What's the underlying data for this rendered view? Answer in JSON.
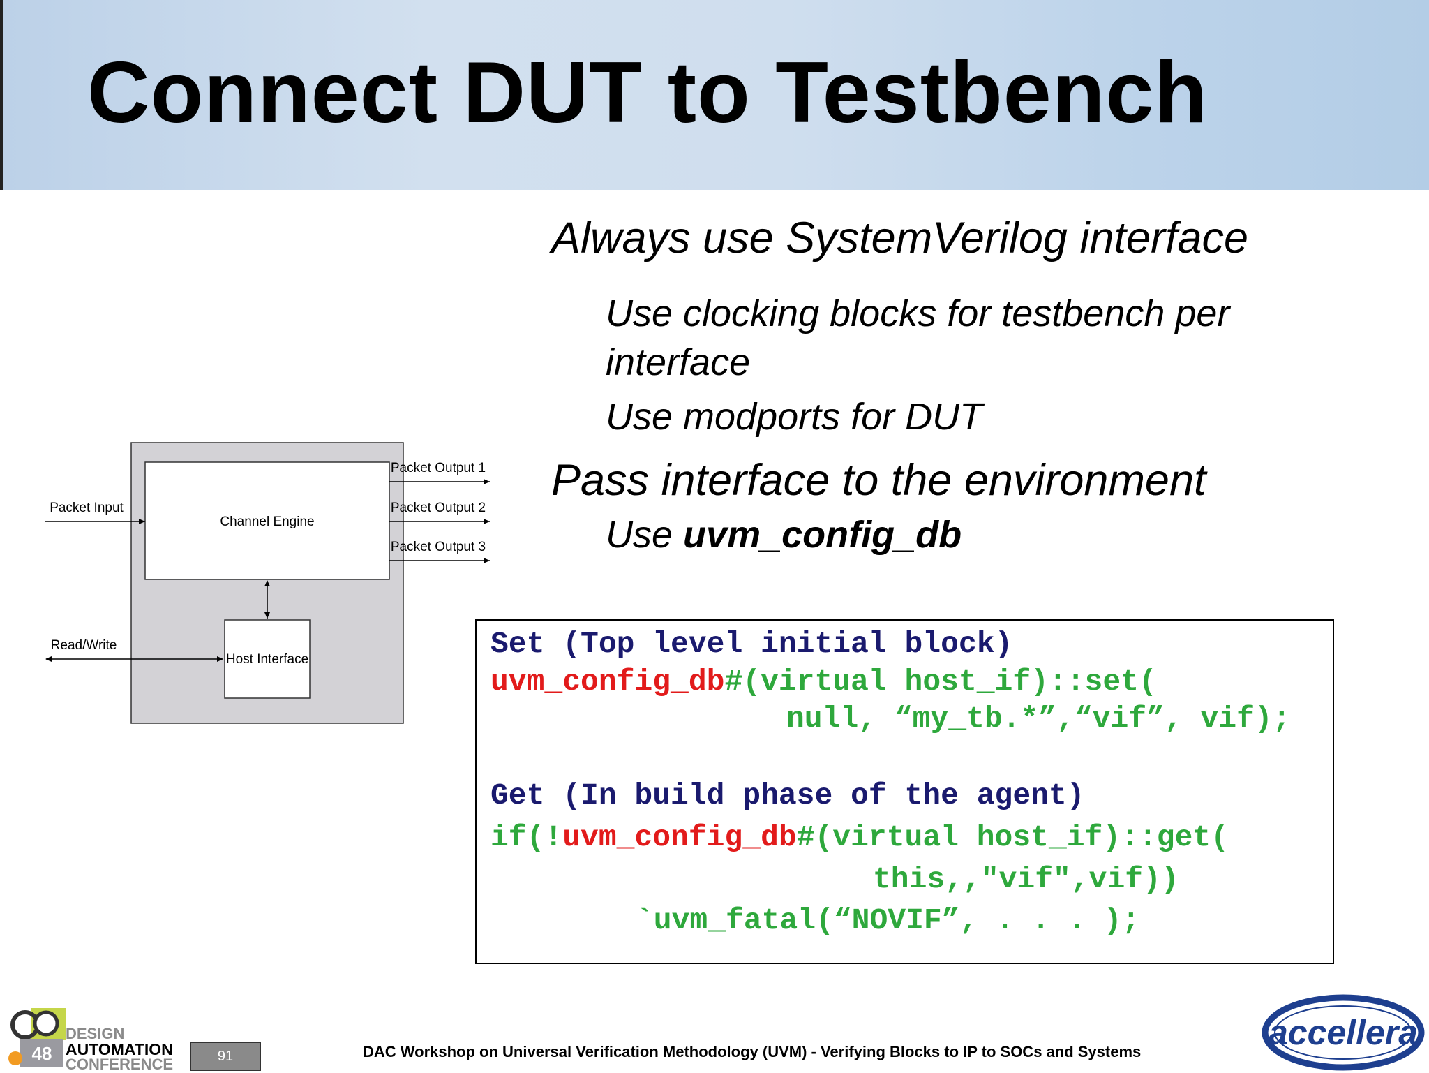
{
  "slide": {
    "title": "Connect DUT to Testbench",
    "bullets": {
      "b1": "Always use SystemVerilog interface",
      "b2": "Use clocking blocks for testbench per interface",
      "b3": "Use modports for DUT",
      "b4": "Pass interface to the environment",
      "b5_prefix": "Use ",
      "b5_bold": "uvm_config_db"
    }
  },
  "diagram": {
    "packet_input": "Packet Input",
    "channel_engine": "Channel Engine",
    "packet_output_1": "Packet Output 1",
    "packet_output_2": "Packet Output 2",
    "packet_output_3": "Packet Output 3",
    "read_write": "Read/Write",
    "host_interface": "Host Interface"
  },
  "code": {
    "set_heading": "Set (Top level initial block)",
    "set_line1_red": "uvm_config_db",
    "set_line1_green": "#(virtual host_if)::set(",
    "set_line2": "null, “my_tb.*”,“vif”, vif);",
    "get_heading": "Get (In build phase of the agent)",
    "get_line1_green_a": "if(!",
    "get_line1_red": "uvm_config_db",
    "get_line1_green_b": "#(virtual host_if)::get(",
    "get_line2": "this,,\"vif\",vif))",
    "get_line3": "`uvm_fatal(“NOVIF”, . . . );"
  },
  "footer": {
    "page_number": "91",
    "workshop_text": "DAC Workshop on Universal Verification Methodology (UVM) - Verifying Blocks to IP to SOCs and Systems",
    "dac_logo_number": "48",
    "dac_logo_line1": "DESIGN",
    "dac_logo_line2": "AUTOMATION",
    "dac_logo_line3": "CONFERENCE",
    "accellera_logo": "accellera"
  },
  "colors": {
    "code_navy": "#1a1a6e",
    "code_red": "#e21b1b",
    "code_green": "#2ea83c"
  }
}
